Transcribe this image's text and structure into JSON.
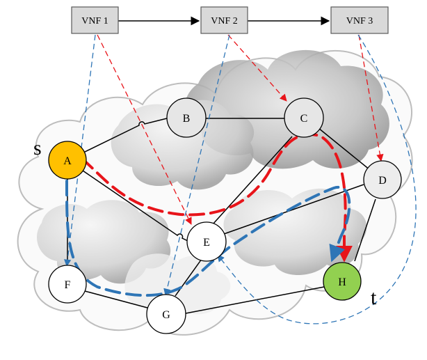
{
  "vnfs": [
    {
      "id": "vnf1",
      "label": "VNF 1"
    },
    {
      "id": "vnf2",
      "label": "VNF 2"
    },
    {
      "id": "vnf3",
      "label": "VNF 3"
    }
  ],
  "nodes": [
    {
      "id": "A",
      "label": "A",
      "role": "source"
    },
    {
      "id": "B",
      "label": "B"
    },
    {
      "id": "C",
      "label": "C"
    },
    {
      "id": "D",
      "label": "D"
    },
    {
      "id": "E",
      "label": "E"
    },
    {
      "id": "F",
      "label": "F"
    },
    {
      "id": "G",
      "label": "G"
    },
    {
      "id": "H",
      "label": "H",
      "role": "target"
    }
  ],
  "links": [
    [
      "A",
      "B"
    ],
    [
      "B",
      "C"
    ],
    [
      "C",
      "D"
    ],
    [
      "A",
      "E"
    ],
    [
      "A",
      "F"
    ],
    [
      "C",
      "E"
    ],
    [
      "E",
      "D"
    ],
    [
      "D",
      "H"
    ],
    [
      "F",
      "G"
    ],
    [
      "G",
      "E"
    ],
    [
      "G",
      "H"
    ]
  ],
  "source_label": "s",
  "target_label": "t",
  "colors": {
    "source_fill": "#FFC000",
    "target_fill": "#92D050",
    "node_fill": "#FFFFFF",
    "vnf_fill": "#D9D9D9",
    "red_path": "#E8141A",
    "blue_path": "#2E75B6",
    "cloud_light": "#F2F2F2",
    "cloud_dark": "#A6A6A6"
  }
}
